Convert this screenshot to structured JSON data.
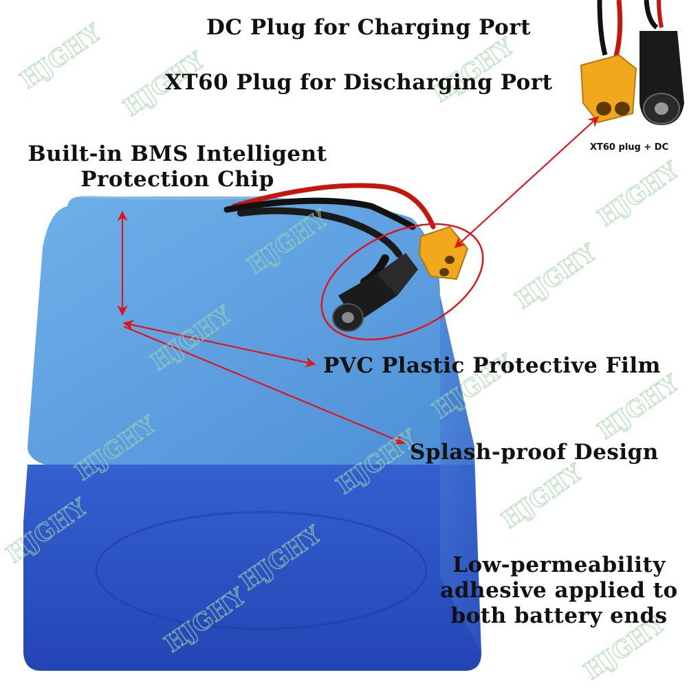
{
  "labels": {
    "dc_plug": "DC Plug for Charging Port",
    "xt60_plug": "XT60 Plug for Discharging Port",
    "bms": [
      "Built-in BMS Intelligent",
      "Protection Chip"
    ],
    "pvc": "PVC Plastic Protective Film",
    "splash": "Splash-proof Design",
    "adhesive": [
      "Low-permeability",
      "adhesive applied to",
      "both battery ends"
    ]
  },
  "connector_caption": "XT60 plug + DC",
  "watermark_text": "HJGHY",
  "colors": {
    "battery_top": "#5b9fdc",
    "battery_front": "#2d54c6",
    "battery_side": "#3f6fd0",
    "connector_yellow": "#f2a81c",
    "arrow_red": "#e0151b",
    "watermark_green": "#9fd6a8"
  }
}
